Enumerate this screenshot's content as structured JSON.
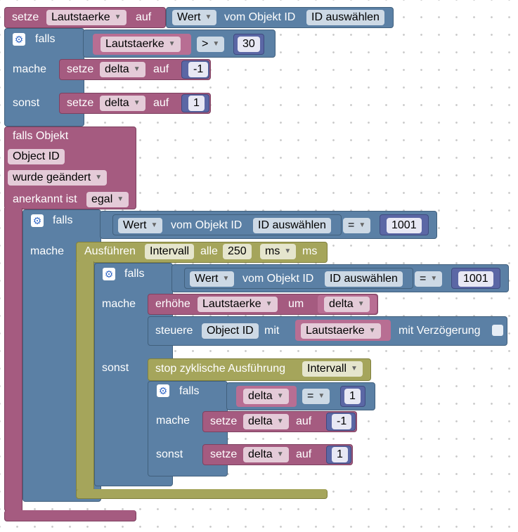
{
  "b1": {
    "setze": "setze",
    "var": "Lautstaerke",
    "auf": "auf",
    "wert": "Wert",
    "vom": "vom Objekt ID",
    "idsel": "ID auswählen"
  },
  "b2": {
    "falls": "falls",
    "var": "Lautstaerke",
    "op": ">",
    "num": "30",
    "mache": "mache",
    "setze1": "setze",
    "delta1": "delta",
    "auf1": "auf",
    "num1": "-1",
    "sonst": "sonst",
    "setze2": "setze",
    "delta2": "delta",
    "auf2": "auf",
    "num2": "1"
  },
  "b3": {
    "fallsObjekt": "falls Objekt",
    "objectId": "Object ID",
    "wurde": "wurde geändert",
    "anerkannt": "anerkannt ist",
    "egal": "egal"
  },
  "b4": {
    "falls": "falls",
    "wert": "Wert",
    "vom": "vom Objekt ID",
    "idsel": "ID auswählen",
    "op": "=",
    "num": "1001",
    "mache": "mache"
  },
  "b5": {
    "ausfuehren": "Ausführen",
    "intervall": "Intervall",
    "alle": "alle",
    "num": "250",
    "msdd": "ms",
    "ms": "ms"
  },
  "b6": {
    "falls": "falls",
    "wert": "Wert",
    "vom": "vom Objekt ID",
    "idsel": "ID auswählen",
    "op": "=",
    "num": "1001",
    "mache": "mache",
    "erhoehe": "erhöhe",
    "var": "Lautstaerke",
    "um": "um",
    "delta": "delta",
    "steuere": "steuere",
    "objectId": "Object ID",
    "mit": "mit",
    "var2": "Lautstaerke",
    "verz": "mit Verzögerung",
    "sonst": "sonst"
  },
  "b7": {
    "stop": "stop zyklische Ausführung",
    "intervall": "Intervall"
  },
  "b8": {
    "falls": "falls",
    "delta": "delta",
    "op": "=",
    "num": "1",
    "mache": "mache",
    "setze1": "setze",
    "delta1": "delta",
    "auf1": "auf",
    "num1": "-1",
    "sonst": "sonst",
    "setze2": "setze",
    "delta2": "delta",
    "auf2": "auf",
    "num2": "1"
  },
  "colors": {
    "variables": "#a55b80",
    "logic": "#5b80a5",
    "math": "#5b67a5",
    "timer": "#a5a55b"
  }
}
